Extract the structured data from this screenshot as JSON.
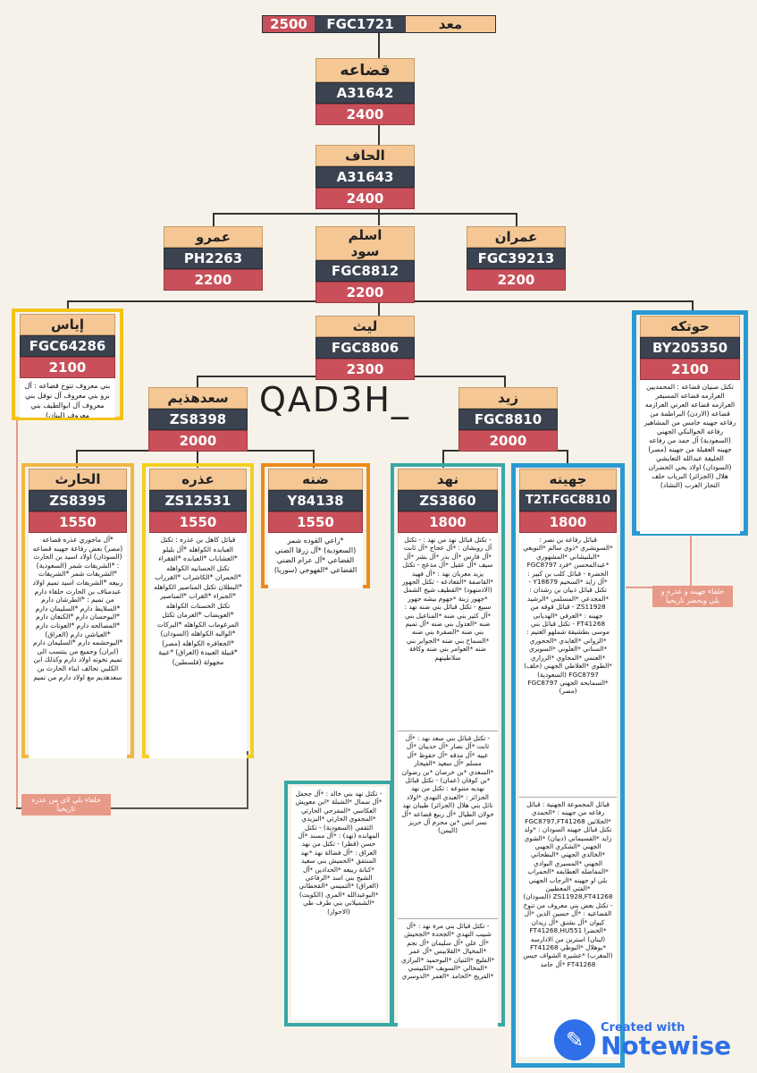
{
  "root": {
    "name": "معد",
    "haplo": "FGC1721",
    "year": "2500"
  },
  "quda": {
    "name": "قضاعه",
    "haplo": "A31642",
    "year": "2400"
  },
  "alhaf": {
    "name": "الحاف",
    "haplo": "A31643",
    "year": "2400"
  },
  "amr": {
    "name": "عمرو",
    "haplo": "PH2263",
    "year": "2200"
  },
  "aslam": {
    "name": "اسلم",
    "name2": "سود",
    "haplo": "FGC8812",
    "year": "2200"
  },
  "imran": {
    "name": "عمران",
    "haplo": "FGC39213",
    "year": "2200"
  },
  "iyas": {
    "name": "إياس",
    "haplo": "FGC64286",
    "year": "2100",
    "note": "بني معروف تنوخ قضاعه : آل برو بني معروف آل نوفل بني معروف آل ابوالطيف بني معروف (لبنان)"
  },
  "layth": {
    "name": "ليث",
    "haplo": "FGC8806",
    "year": "2300"
  },
  "hotaka": {
    "name": "حوتكه",
    "haplo": "BY205350",
    "year": "2100",
    "note": "تكتل صبيان قضاعه : المحمديين العرازمه قضاعه المسيفر العرازمه قضاعه العرني العرازمه قضاعه (الاردن) البراطمة من رفاعه جهينه خامس من المشاهير رفاعه الخوالنكي الجهني (السعودية) آل حمد من رفاعه جهينه العقيلة من جهينه (مصر) الخليفة عبدالله التعايشي (السودان) اولاد يحي الخضران هلال (الجزائر) البرياب حلف التجار العرب (التشاد)"
  },
  "title": "QAD3H_",
  "saad": {
    "name": "سعدهذيم",
    "haplo": "ZS8398",
    "year": "2000"
  },
  "zaid": {
    "name": "زيد",
    "haplo": "FGC8810",
    "year": "2000"
  },
  "harith": {
    "name": "الحارث",
    "haplo": "ZS8395",
    "year": "1550",
    "note": "*آل ماجوري عذره قضاعه (مصر) بعض رفاعة جهينه قضاعه (السودان) اولاد اسيد بن الحارث : *الشريفات شمر (السعودية) *الشريفات شمر *الشريفات ربيعه *الشريفات اسيد تميم اولاد عبدمناف بن الحارث حلفاء دارم من تميم : *الطرشان دارم *السلايط دارم *السليمان دارم *البوحسان دارم *الكنعان دارم *المصالحه دارم *العونات دارم *العياشي دارم (العراق) *البوحشمه دارم *السليمان دارم (ايران) وجميع من ينتسب الى تميم تخوته اولاد دارم وكذلك ابن الكلبي تحالف ابناء الحارث بن سعدهذيم مع اولاد دارم من تميم"
  },
  "udhra": {
    "name": "عذره",
    "haplo": "ZS12531",
    "year": "1550",
    "note": "قبائل كاهل بن عذره : تكتل العبابده الكواهله *آل بليلو *العشاباب *العبابده *الفقراء تكتل الحسانيه الكواهله *الحمران *الكاشراب *القرراب *البطلان تكتل المناصير الكواهله *الجبراء *القراب *المناصير تكتل الحسنات الكواهله *العويضاب *العرمان تكتل المرغوماب الكواهله *البركات *الوالبه الكواهله (السودان) *الجعافره الكواهله (مصر) *قبيلة العبيدة (العراق) *عبية مجهولة (فلسطين)"
  },
  "dinna": {
    "name": "ضنه",
    "haplo": "Y84138",
    "year": "1550",
    "note": "*زاعي القوده شمر (السعودية) *آل زرقا الضني القضاعي *آل عزام الضني القضاعي *الفهوجي (سوريا)"
  },
  "nahd": {
    "name": "نهد",
    "haplo": "ZS3860",
    "year": "1800",
    "note1": "- تكتل قبائل نهد من نهد : - تكتل آل رويشان : *آل عجاج *آل ثابت *آل فارس *آل بدر *آل بشر *آل سيف *آل عقيل *آل مذعج - تكتل يزيد معربان نهد : *آل فهيد *القاصفة *القعادعه - تكتل الجهور (الادمنهود) *القطيف شيخ الشمل *جهور زبنة *جهوم بيشه جهور سبيع - تكتل قبائل بني ضنه نهد : *آل كثير بني ضنه *المناعيل بني ضنه *العدول بني ضنه *آل تميم بني ضنه *الصقرة بني ضنه *السماح بني ضنه *الجوابر بني ضنه *العوامر بني ضنه وكافة سلاطينهم",
    "note2": "- تكتل قبائل بني سعد نهد : *آل ثابت *آل نصار *آل حديبان *آل عبيه *آل مدقه *آل حقوظ *آل مسلم *آل سعيد *الفيجار *السعدي *بن خرصان *بن رضوان *بن كوفان (عمان) - تكتل قبائل نهديه متنوعه : تكتل من نهد الجزائر : *العبدي النهدي *اولاد نائل بني هلال (الجزائر) طيبان نهد خولان الطيال *آل ربيع قضاعه *آل نسر انس *بن محرم آل حريز (اليمن)",
    "note3": "- تكتل قبائل بني مرة نهد : *آل شبيب النهدي *الجحدة *الجحيش *آل علي *آل سليمان *آل نجم *المخيال *القلابيس *آل عمر *الفليج *الثنيان *البوحميد *البرازي *المخالي *السويف *الكبيسي *الفريح *الحامد *العمر *الدوسري",
    "note4": "- تكتل نهد بني خالد : *آل جحفل *آل سمال *الشبلة *ابن معويش العكاسي *المفرجي الحارثي *المجفوي الحارثي *اليزيدي الثقفي (السعودية) - تكتل المهانده (نهد) : *آل مسند *آل حسن (قطر) - تكتل من نهد العراق : *آل فضالة نهد *نهد المنتفق *الحميش بني سعيد *كنانة ربيعه *الحدادين *آل الشيخ بني اسد *الرفاعي (العراق) *التميمي *القحطاني *البوعبدالله *المري (الكويت) *الشميلاني بني طرف طي (الاحواز)"
  },
  "juhayna": {
    "name": "جهينه",
    "haplo": "T2T.FGC8810",
    "year": "1800",
    "note1": "قبائل رفاعه بن نصر : *السويشري *ذوي سالم *النويعي *البلنيشاني *المشهوري *عبدالمحسن *فرد FGC8797 الخضرة - قبائل كلب بن كبير : *آل زايد *السحيم Y18679 - تكتل قبائل ذبيان بن رشدان : *المجدعي *المسلمي *الرشيد ZS11928 - قبائل قوقه من جهينه : *العرفي *الهديانى FT41268 - تكتل قبائل بني موسى بطشيقة شملهو العتيم : *الزواني *الغايدي *الحجوري *السناني *العلوني *السويري *العنمي *المجاوي *الزراري *الطوي *العلاطي الجهني (حلف) FGC8797 (السعودية) *السمابحه الجهني FGC8797 (مصر)",
    "note2": "قبائل المجموعة الجهنية : قبائل رفاعه من جهينه : *الحمدي *الجلاتين FGC8797,FT41268 تكتل قبائل جهينه السودان : *ولد زايد *القسيماني (دبيان) *الشوي الجهني *الشكري الجهني *الخالدي الجهني *البطحاني الجهني *المسيري البوادي *المفاضله العطايفه *الحمراب بلي او جهينه *الرجاب الجهني *الفتي المعطيين ZS11928,FT41268 (السودان) - تكتل بعض بني معروف من تنوخ القضاعيه : *آل حسين الدين *آل كيوان *آل بشنق *آل زيدان *الخضرا FT41268,HU551 (لبنان) استرين من الادارسه *بوهلال *البوطي FT41268 (المغرب) *عشيرة الشواف جبس FT41268 *آل حامد"
  },
  "pink_left": "حلفاء بلي لاي من عذره تاريخياً",
  "pink_right": "حلفاء جهينه و عذره و بلي وبحضر تاريخياً",
  "watermark": {
    "line1": "Created with",
    "line2": "Notewise",
    "icon": "pencil-icon"
  }
}
